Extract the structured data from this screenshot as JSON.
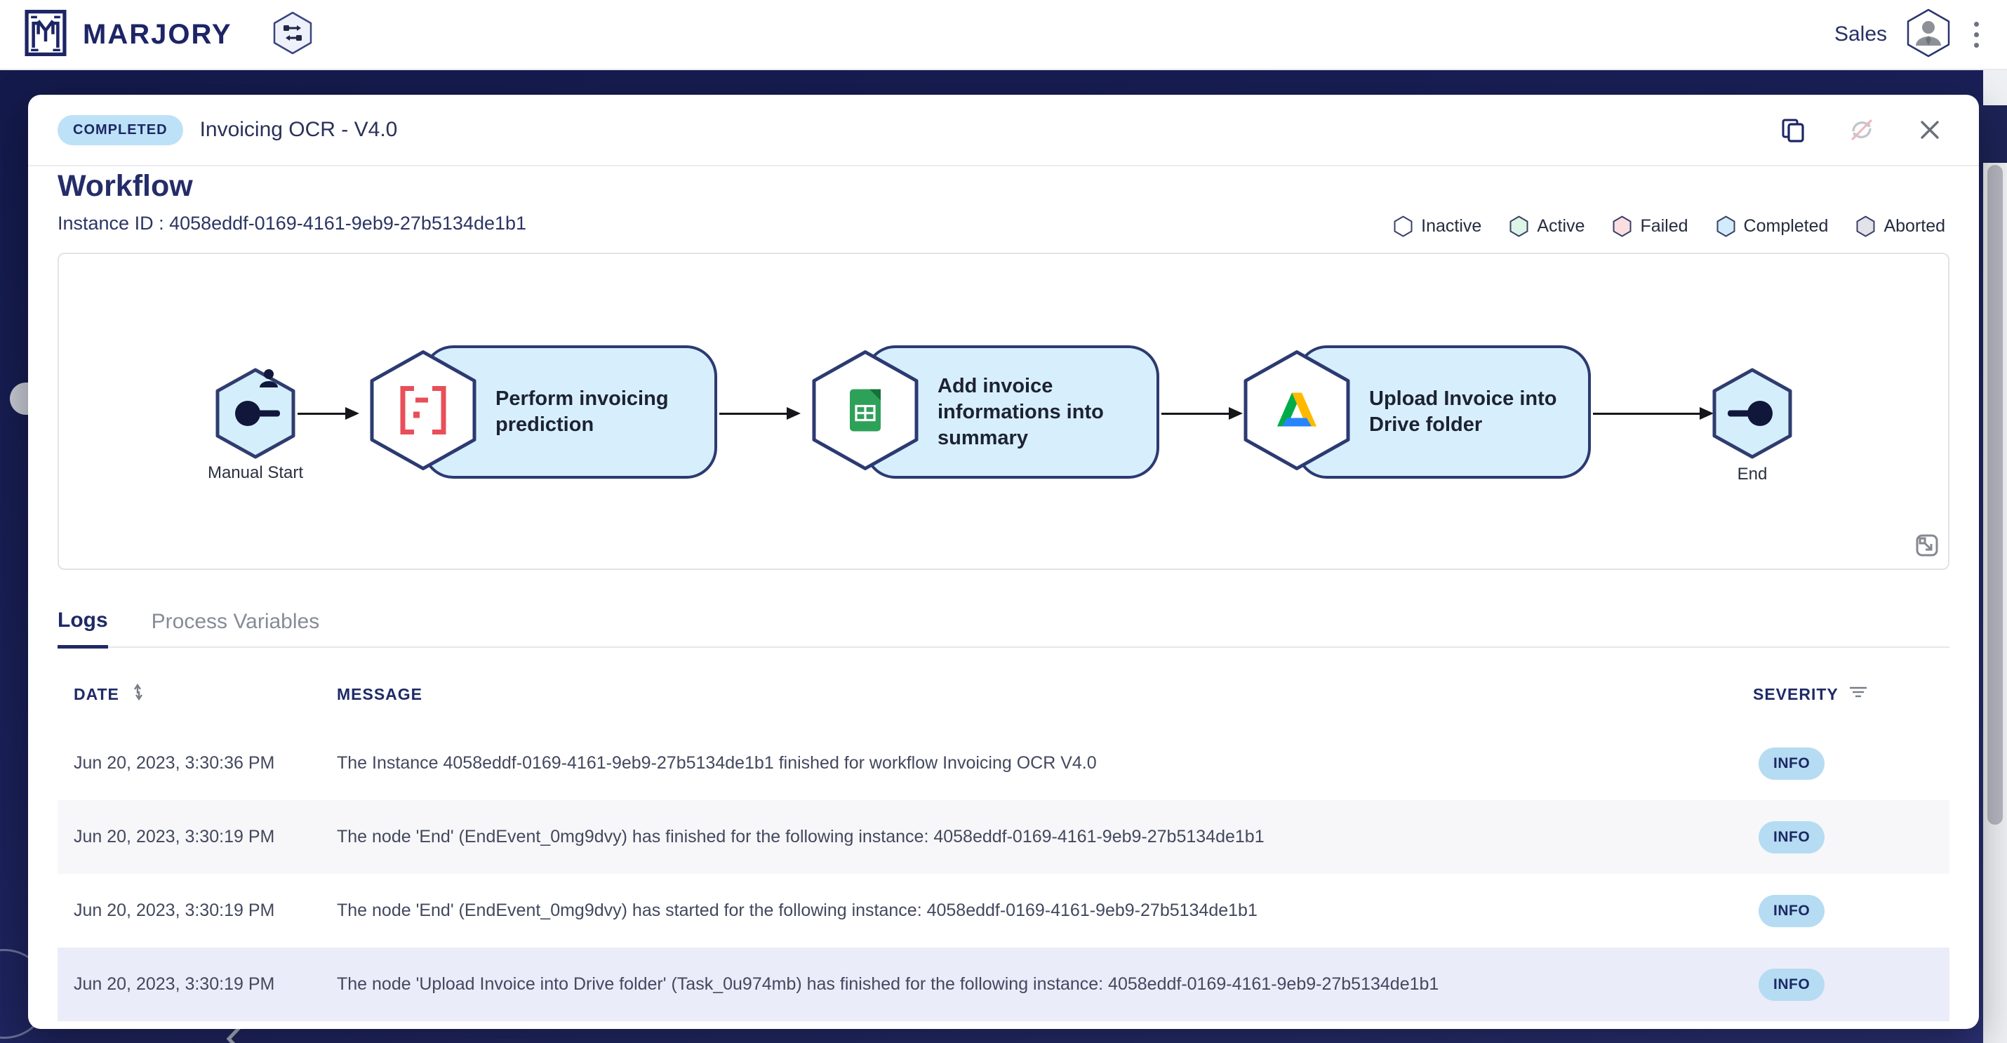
{
  "header": {
    "brand": "MARJORY",
    "workspace": "Sales"
  },
  "modal": {
    "status_badge": "COMPLETED",
    "title": "Invoicing OCR - V4.0",
    "section_title": "Workflow",
    "instance_label": "Instance ID : 4058eddf-0169-4161-9eb9-27b5134de1b1",
    "legend": [
      {
        "label": "Inactive",
        "color": "#ffffff"
      },
      {
        "label": "Active",
        "color": "#ddf5e6"
      },
      {
        "label": "Failed",
        "color": "#fadee0"
      },
      {
        "label": "Completed",
        "color": "#d2ecfb"
      },
      {
        "label": "Aborted",
        "color": "#e2e3e8"
      }
    ],
    "workflow": {
      "start": {
        "label": "Manual Start",
        "icon": "manual-start-icon"
      },
      "tasks": [
        {
          "label": "Perform invoicing prediction",
          "icon": "ocr-service-icon"
        },
        {
          "label": "Add invoice informations into summary",
          "icon": "google-sheets-icon"
        },
        {
          "label": "Upload Invoice into Drive folder",
          "icon": "google-drive-icon"
        }
      ],
      "end": {
        "label": "End",
        "icon": "end-event-icon"
      }
    },
    "tabs": [
      {
        "label": "Logs"
      },
      {
        "label": "Process Variables"
      }
    ],
    "table": {
      "columns": [
        "DATE",
        "MESSAGE",
        "SEVERITY"
      ],
      "rows": [
        {
          "date": "Jun 20, 2023, 3:30:36 PM",
          "message": "The Instance 4058eddf-0169-4161-9eb9-27b5134de1b1 finished for workflow Invoicing OCR V4.0",
          "severity": "INFO"
        },
        {
          "date": "Jun 20, 2023, 3:30:19 PM",
          "message": "The node 'End' (EndEvent_0mg9dvy) has finished for the following instance: 4058eddf-0169-4161-9eb9-27b5134de1b1",
          "severity": "INFO"
        },
        {
          "date": "Jun 20, 2023, 3:30:19 PM",
          "message": "The node 'End' (EndEvent_0mg9dvy) has started for the following instance: 4058eddf-0169-4161-9eb9-27b5134de1b1",
          "severity": "INFO"
        },
        {
          "date": "Jun 20, 2023, 3:30:19 PM",
          "message": "The node 'Upload Invoice into Drive folder' (Task_0u974mb) has finished for the following instance: 4058eddf-0169-4161-9eb9-27b5134de1b1",
          "severity": "INFO"
        }
      ]
    }
  },
  "colors": {
    "brand_navy": "#1d2566",
    "node_fill": "#d7effc",
    "node_border": "#2c3a72",
    "info_badge_bg": "#b5dcf2",
    "highlight_row": "#ebecf9",
    "page_background": "#1a2057"
  }
}
